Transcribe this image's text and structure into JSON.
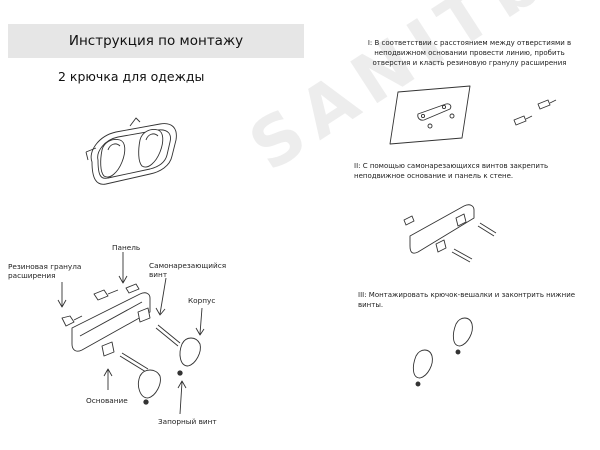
{
  "title": "Инструкция по монтажу",
  "subtitle": "2 крючка для одежды",
  "steps": [
    "I: В соответствии с расстоянием между отверстиями в неподвижном основании провести линию, пробить отверстия и класть резиновую гранулу расширения",
    "II: С помощью самонарезающихся винтов закрепить неподвижное основание и панель к стене.",
    "III: Монтажировать крючок-вешалки и законтрить нижние винты."
  ],
  "parts": {
    "rubber_granule": "Резиновая гранула расширения",
    "panel": "Панель",
    "self_tapping_screw": "Самонарезающийся винт",
    "body": "Корпус",
    "base": "Основание",
    "lock_screw": "Запорный винт"
  },
  "watermark": "SANITby"
}
